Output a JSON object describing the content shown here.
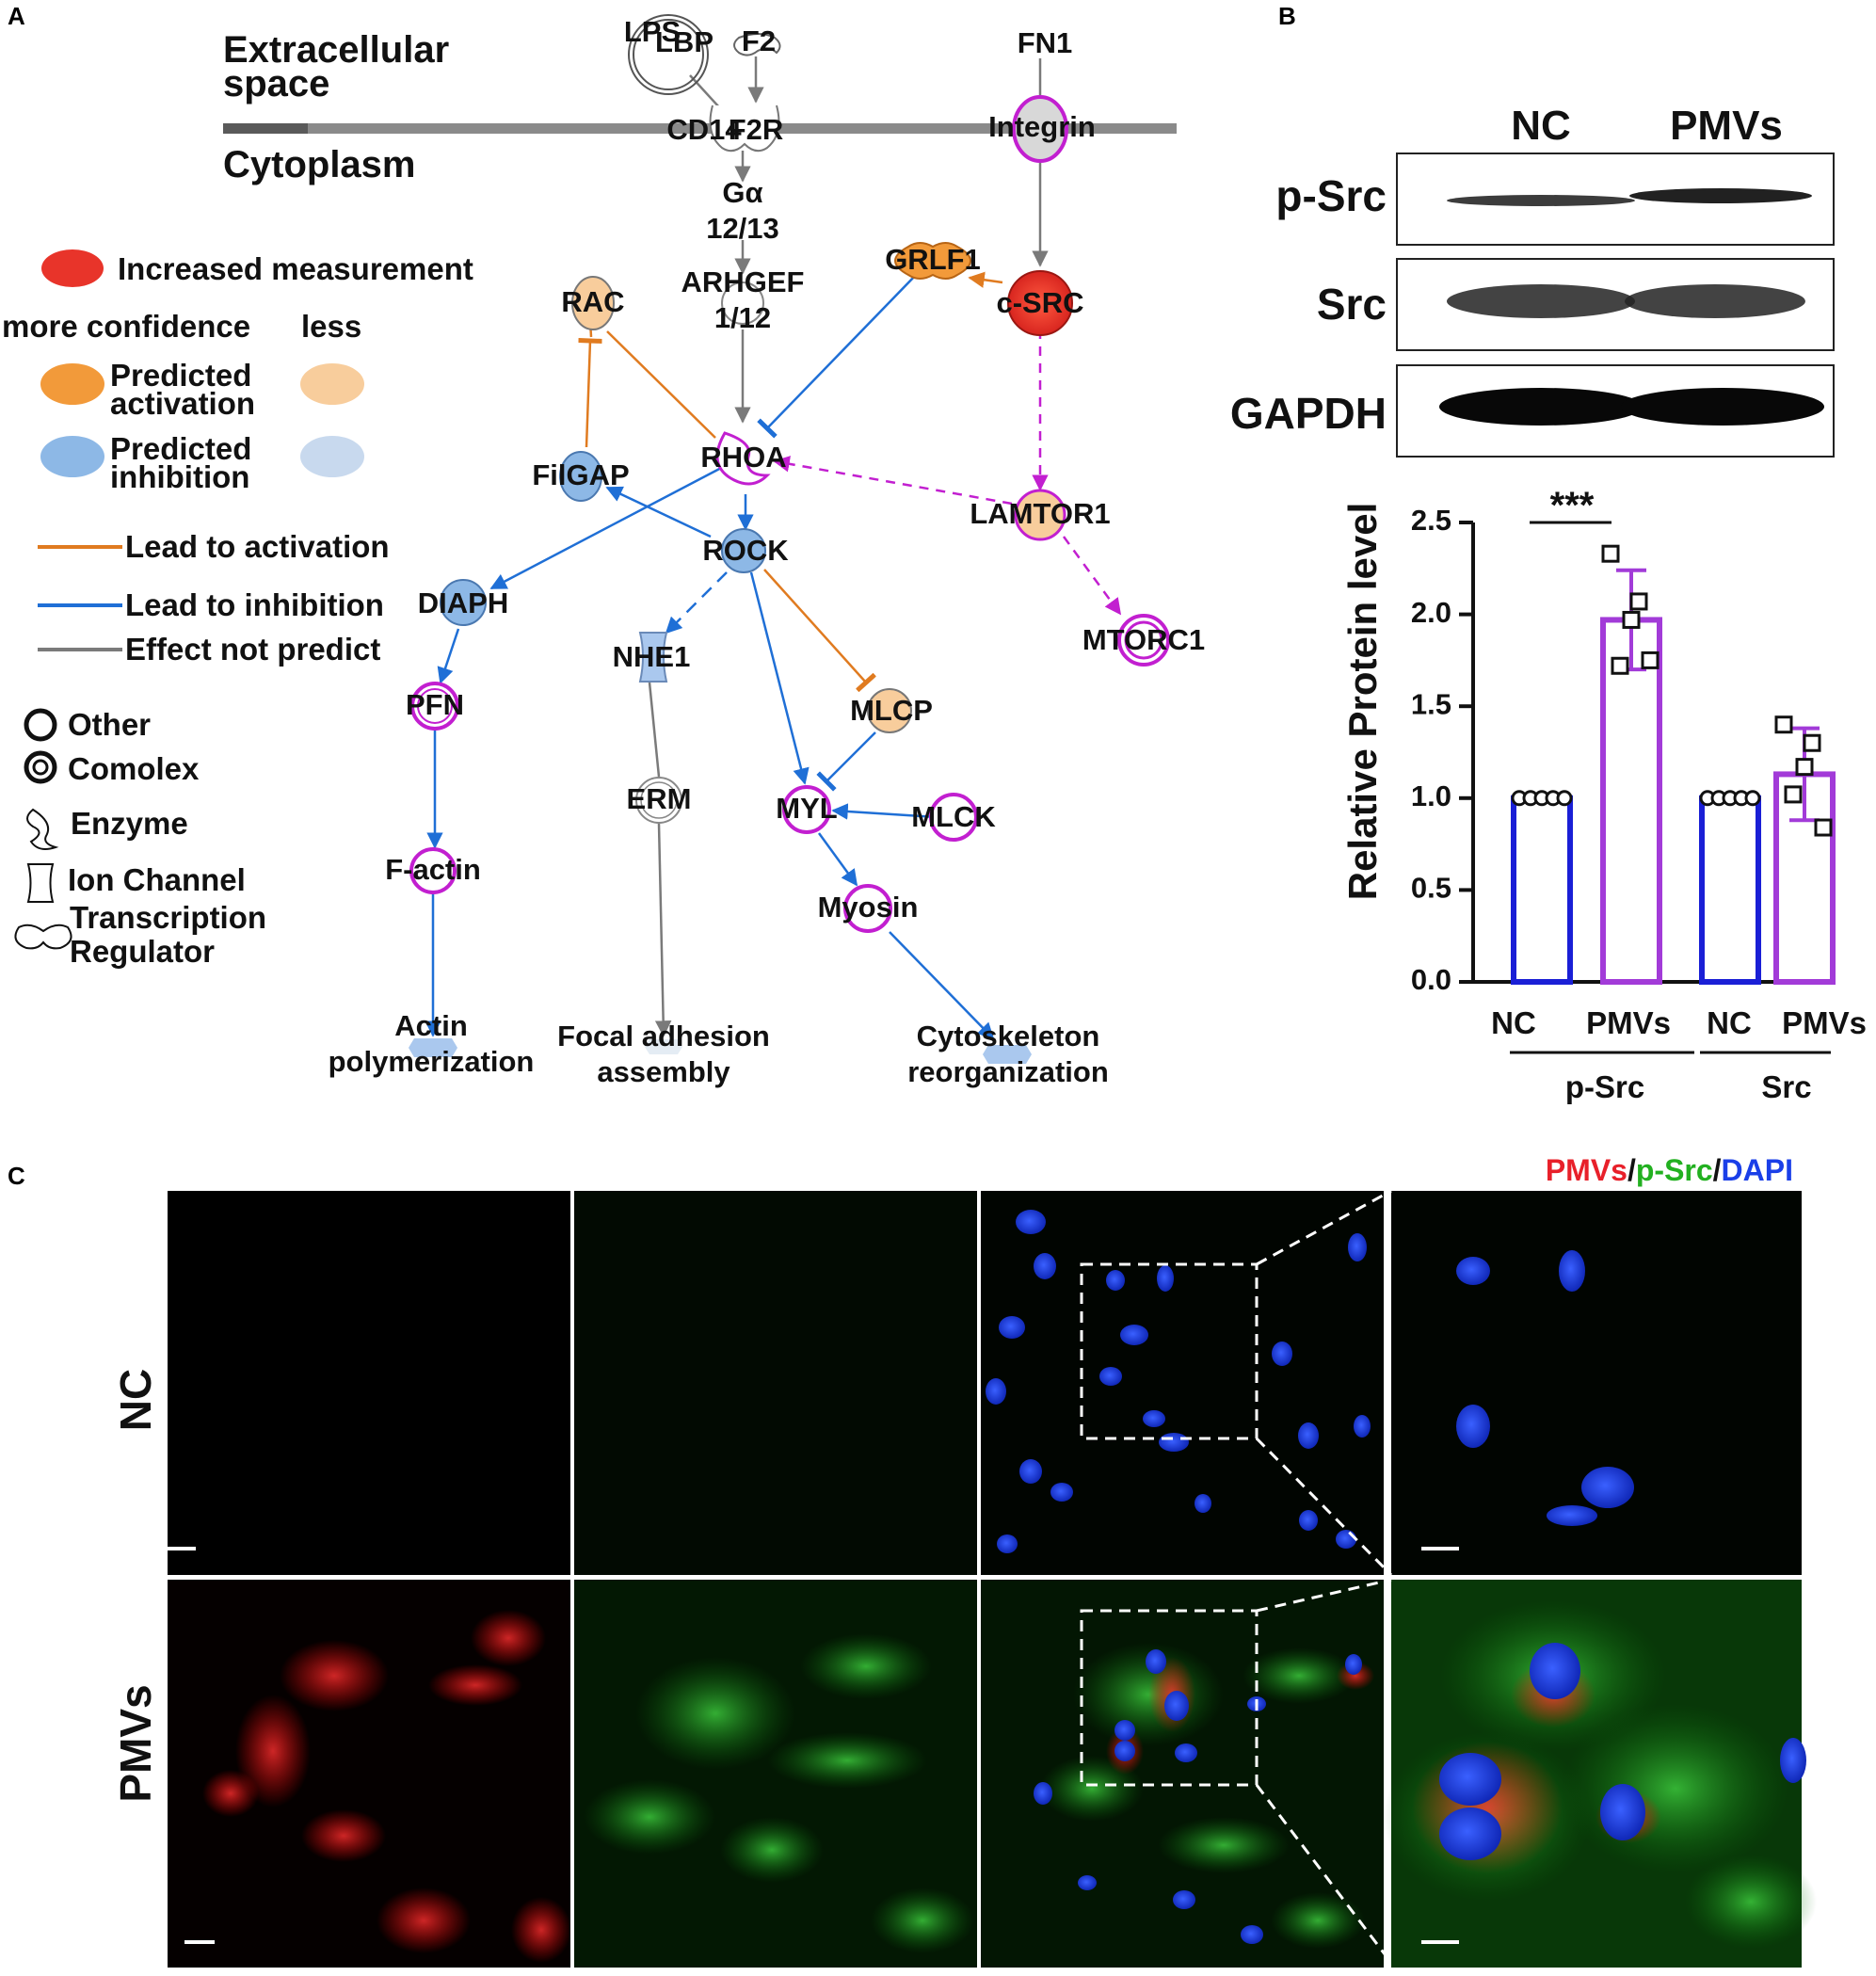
{
  "panels": {
    "a": "A",
    "b": "B",
    "c": "C"
  },
  "pathway": {
    "compartments": {
      "extracellular": "Extracellular\nspace",
      "cytoplasm": "Cytoplasm"
    },
    "nodes": {
      "lps": "LPS",
      "lbp": "LBP",
      "f2": "F2",
      "fn1": "FN1",
      "cd14": "CD14",
      "f2r": "F2R",
      "integrin": "Integrin",
      "galpha": "Gα\n12/13",
      "arhgef": "ARHGEF\n1/12",
      "grlf1": "GRLF1",
      "csrc": "c-SRC",
      "rac": "RAC",
      "rhoa": "RHOA",
      "filgap": "FilGAP",
      "lamtor1": "LAMTOR1",
      "rock": "ROCK",
      "diaph": "DIAPH",
      "mtorc1": "MTORC1",
      "nhe1": "NHE1",
      "pfn": "PFN",
      "mlcp": "MLCP",
      "erm": "ERM",
      "myl": "MYL",
      "mlck": "MLCK",
      "factin": "F-actin",
      "myosin": "Myosin",
      "out_actin": "Actin\npolymerization",
      "out_focal": "Focal adhesion\nassembly",
      "out_cyto": "Cytoskeleton\nreorganization"
    },
    "legend": {
      "increased": "Increased measurement",
      "more_conf": "more confidence",
      "less": "less",
      "pred_act": "Predicted\nactivation",
      "pred_inh": "Predicted\ninhibition",
      "lead_act": "Lead to activation",
      "lead_inh": "Lead to inhibition",
      "effect_np": "Effect not predict",
      "other": "Other",
      "complex": "Comolex",
      "enzyme": "Enzyme",
      "ion": "Ion Channel",
      "tr": "Transcription\nRegulator"
    },
    "colors": {
      "activation": "#e07b20",
      "inhibition": "#1f6fd6",
      "neutral": "#7a7a7a",
      "measurement": "#e8342a",
      "pred_act_strong": "#f29a3a",
      "pred_act_weak": "#f8cd9c",
      "pred_inh_strong": "#8db8e6",
      "pred_inh_weak": "#c8d9ee",
      "magenta": "#c21fd0"
    }
  },
  "western_blot": {
    "columns": [
      "NC",
      "PMVs"
    ],
    "rows": [
      "p-Src",
      "Src",
      "GAPDH"
    ]
  },
  "chart_data": {
    "type": "bar",
    "ylabel": "Relative Protein level",
    "ylim": [
      0,
      2.5
    ],
    "yticks": [
      "0.0",
      "0.5",
      "1.0",
      "1.5",
      "2.0",
      "2.5"
    ],
    "groups": [
      "p-Src",
      "Src"
    ],
    "categories": [
      "NC",
      "PMVs",
      "NC",
      "PMVs"
    ],
    "series": [
      {
        "group": "p-Src",
        "category": "NC",
        "mean": 1.0,
        "sd": 0.0,
        "points": [
          1.0,
          1.0,
          1.0,
          1.0,
          1.0
        ],
        "color": "#1a1fd6"
      },
      {
        "group": "p-Src",
        "category": "PMVs",
        "mean": 1.97,
        "sd": 0.27,
        "points": [
          2.33,
          2.07,
          1.97,
          1.72,
          1.75
        ],
        "color": "#a23bd8"
      },
      {
        "group": "Src",
        "category": "NC",
        "mean": 1.0,
        "sd": 0.0,
        "points": [
          1.0,
          1.0,
          1.0,
          1.0,
          1.0
        ],
        "color": "#1a1fd6"
      },
      {
        "group": "Src",
        "category": "PMVs",
        "mean": 1.13,
        "sd": 0.25,
        "points": [
          1.4,
          1.3,
          1.17,
          1.02,
          0.84
        ],
        "color": "#a23bd8"
      }
    ],
    "significance": "***"
  },
  "micrographs": {
    "channel_label": {
      "pmvs": "PMVs",
      "sep1": "/",
      "psrc": "p-Src",
      "sep2": "/",
      "dapi": "DAPI"
    },
    "channel_colors": {
      "pmvs": "#e8202a",
      "psrc": "#22b020",
      "dapi": "#1a3fe8"
    },
    "rows": [
      "NC",
      "PMVs"
    ]
  }
}
